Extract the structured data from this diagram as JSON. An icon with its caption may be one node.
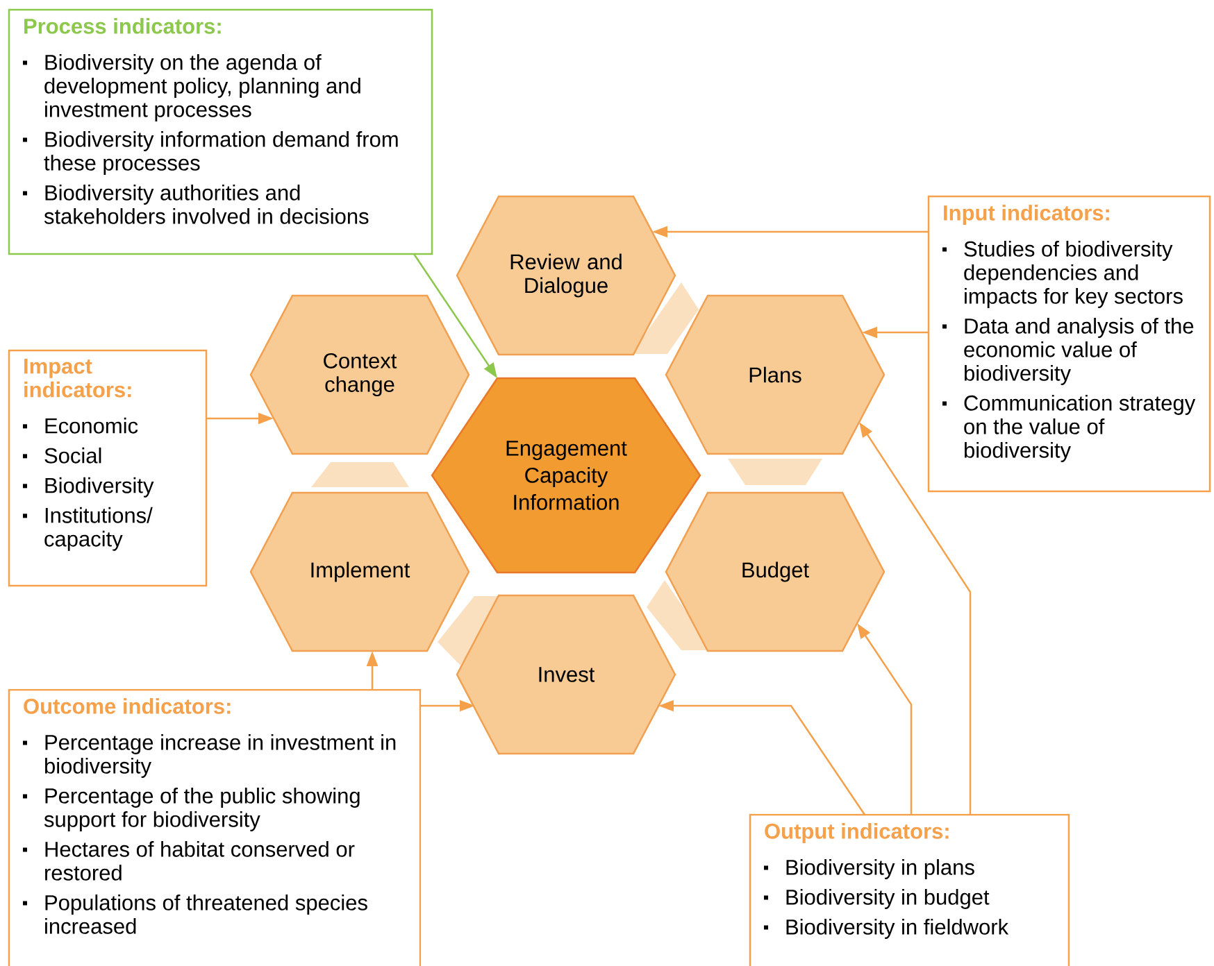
{
  "diagram": {
    "nodes": [
      {
        "text": [
          "Process indicators:",
          "Biodiversity on the agenda of development policy, planning and investment processes",
          "Biodiversity information demand from these processes",
          "Biodiversity authorities and stakeholders involved in decisions"
        ]
      },
      {
        "text": [
          "Input indicators:",
          "Studies of biodiversity dependencies and impacts for key sectors",
          "Data and analysis of the economic value of biodiversity",
          "Communication strategy on the value of biodiversity"
        ]
      },
      {
        "text": [
          "Impact indicators:",
          "Economic",
          "Social",
          "Biodiversity",
          "Institutions/ capacity"
        ]
      },
      {
        "text": [
          "Outcome indicators:",
          "Percentage increase in investment in biodiversity",
          "Percentage of the public showing support for biodiversity",
          "Hectares of habitat conserved or restored",
          "Populations of threatened species increased"
        ]
      },
      {
        "text": [
          "Output indicators:",
          "Biodiversity in plans",
          "Biodiversity in budget",
          "Biodiversity in fieldwork"
        ]
      },
      {
        "text": [
          "Review and Dialogue"
        ]
      },
      {
        "text": [
          "Context change"
        ]
      },
      {
        "text": [
          "Plans"
        ]
      },
      {
        "text": [
          "Engagement Capacity Information"
        ]
      },
      {
        "text": [
          "Implement"
        ]
      },
      {
        "text": [
          "Budget"
        ]
      },
      {
        "text": [
          "Invest"
        ]
      }
    ],
    "edges": [
      {
        "from": 0,
        "to": 8,
        "arrow": "to",
        "color": "#8cc84b"
      },
      {
        "from": 1,
        "to": 5,
        "arrow": "to"
      },
      {
        "from": 1,
        "to": 7,
        "arrow": "to"
      },
      {
        "from": 2,
        "to": 6,
        "arrow": "to"
      },
      {
        "from": 3,
        "to": 9,
        "arrow": "to"
      },
      {
        "from": 3,
        "to": 11,
        "arrow": "to"
      },
      {
        "from": 4,
        "to": 11,
        "arrow": "to"
      },
      {
        "from": 4,
        "to": 10,
        "arrow": "to"
      },
      {
        "from": 4,
        "to": 7,
        "arrow": "to"
      }
    ]
  }
}
